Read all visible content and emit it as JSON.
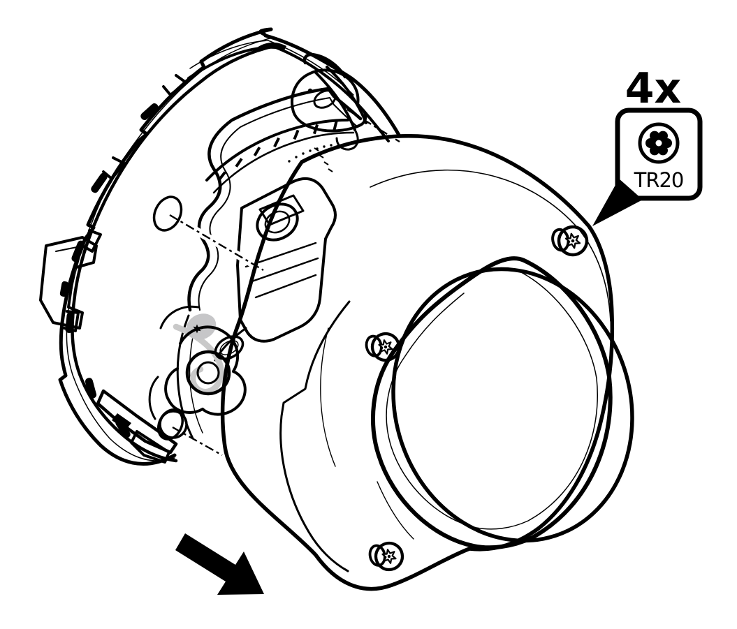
{
  "illustration": {
    "description": "Installation step: dome cover with bubble is fastened to camera body/bracket with torx screws",
    "callout": {
      "quantity_label": "4x",
      "bit_label": "TR20",
      "icon": "torx-bit-icon"
    },
    "screws_visible": 3,
    "direction_arrow": "down-right",
    "colors": {
      "ink": "#000000",
      "background": "#ffffff",
      "cable_gray": "#c9c9c9",
      "screw_gray": "#c6c6c8"
    }
  }
}
